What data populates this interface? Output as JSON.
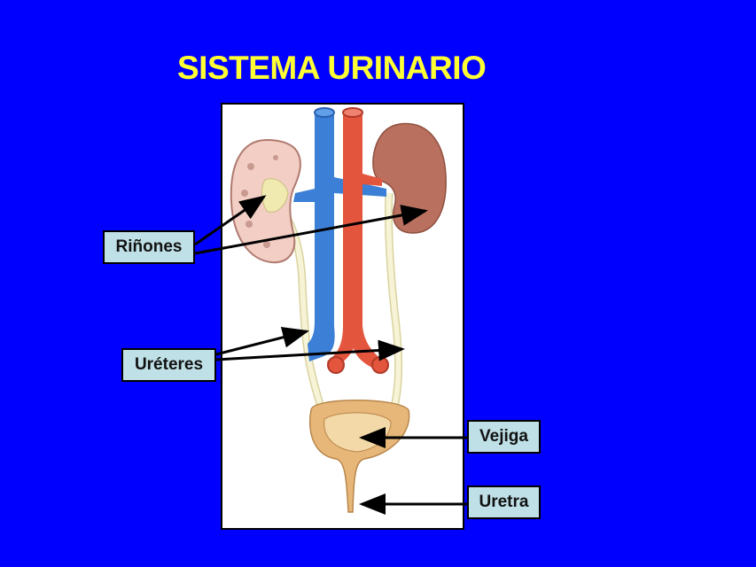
{
  "slide": {
    "title": "SISTEMA URINARIO",
    "background_color": "#0000ff",
    "title_color": "#ffff33"
  },
  "labels": {
    "rinones": "Riñones",
    "ureteres": "Uréteres",
    "vejiga": "Vejiga",
    "uretra": "Uretra"
  },
  "colors": {
    "label_fill": "#bfe0e6",
    "vena_cava": "#3b7fd6",
    "aorta": "#e4553e",
    "kidney_left": "#f0c9c0",
    "kidney_right": "#b9705e",
    "ureter": "#f3f0c8",
    "bladder": "#e7b77a"
  }
}
